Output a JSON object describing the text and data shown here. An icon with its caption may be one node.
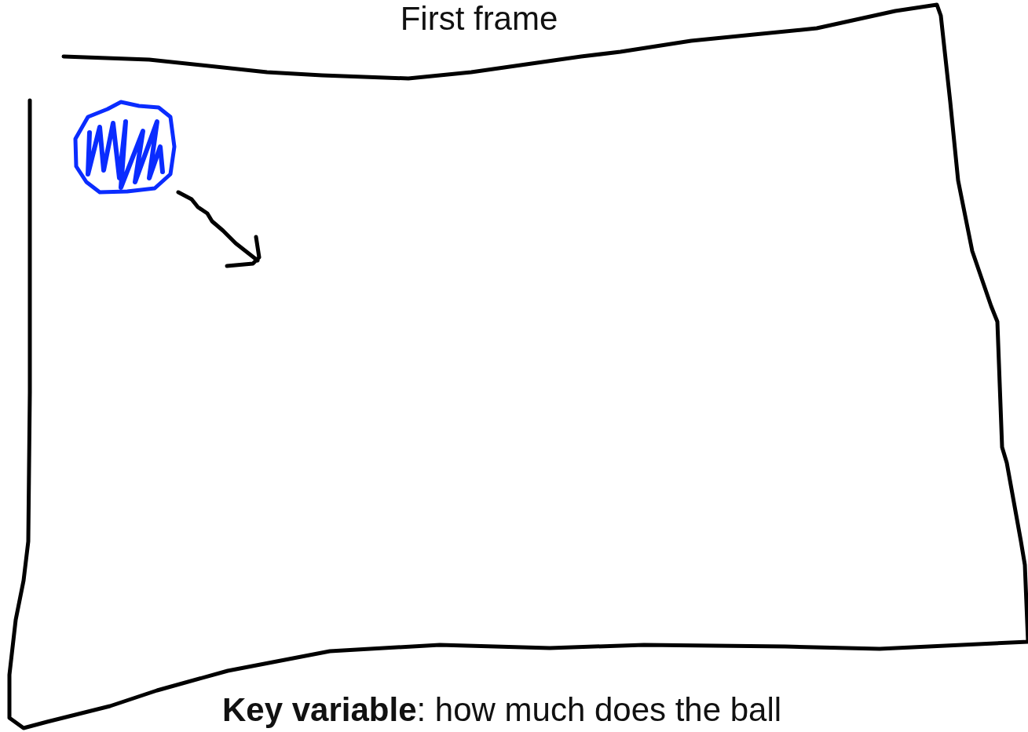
{
  "diagram": {
    "nodes": [
      {
        "text": [
          "First frame"
        ]
      },
      {
        "text": [],
        "shape": "circle",
        "in": 0
      }
    ],
    "caption": "**Key variable**: how much does the ball"
  }
}
